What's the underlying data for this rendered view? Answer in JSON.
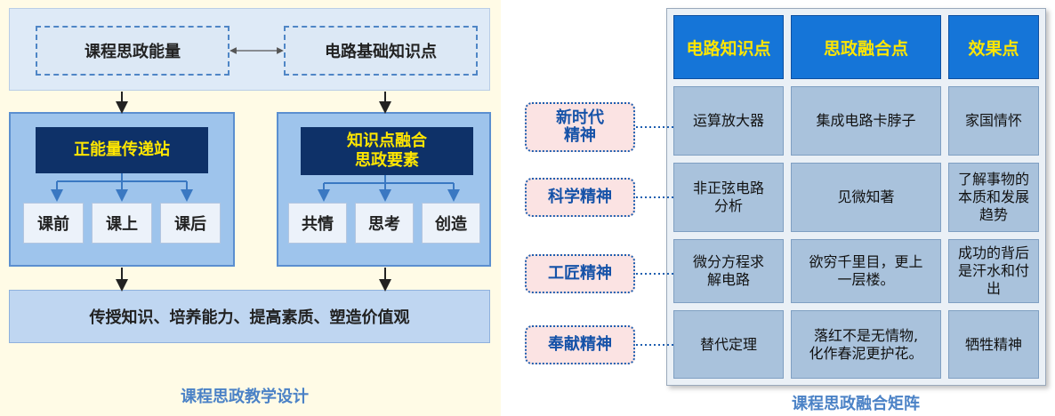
{
  "left": {
    "top_left_box": "课程思政能量",
    "top_right_box": "电路基础知识点",
    "left_panel_title": "正能量传递站",
    "left_items": [
      "课前",
      "课上",
      "课后"
    ],
    "right_panel_title_line1": "知识点融合",
    "right_panel_title_line2": "思政要素",
    "right_items": [
      "共情",
      "思考",
      "创造"
    ],
    "bottom_text": "传授知识、培养能力、提高素质、塑造价值观",
    "caption": "课程思政教学设计"
  },
  "matrix": {
    "headers": [
      "电路知识点",
      "思政融合点",
      "效果点"
    ],
    "rows": [
      {
        "label": [
          "新时代",
          "精神"
        ],
        "cells": [
          [
            "运算放大器"
          ],
          [
            "集成电路卡脖子"
          ],
          [
            "家国情怀"
          ]
        ]
      },
      {
        "label": [
          "科学精神"
        ],
        "cells": [
          [
            "非正弦电路",
            "分析"
          ],
          [
            "见微知著"
          ],
          [
            "了解事物的",
            "本质和发展",
            "趋势"
          ]
        ]
      },
      {
        "label": [
          "工匠精神"
        ],
        "cells": [
          [
            "微分方程求",
            "解电路"
          ],
          [
            "欲穷千里目，更上",
            "一层楼。"
          ],
          [
            "成功的背后",
            "是汗水和付",
            "出"
          ]
        ]
      },
      {
        "label": [
          "奉献精神"
        ],
        "cells": [
          [
            "替代定理"
          ],
          [
            "落红不是无情物,",
            "化作春泥更护花。"
          ],
          [
            "牺牲精神"
          ]
        ]
      }
    ],
    "caption": "课程思政融合矩阵"
  },
  "colors": {
    "header_blue": "#1575d8",
    "title_yellow": "#ffe600",
    "dark_navy": "#0e3168",
    "caption_blue": "#4b82c6"
  }
}
